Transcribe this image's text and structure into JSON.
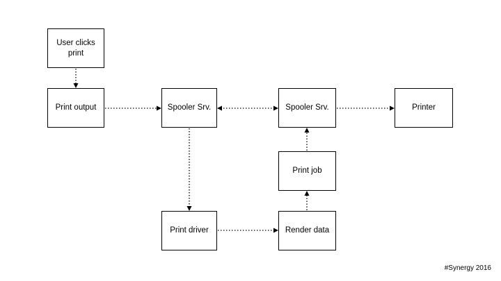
{
  "nodes": {
    "user_clicks_print": "User clicks print",
    "print_output": "Print output",
    "spooler_srv_client": "Spooler Srv.",
    "spooler_srv_server": "Spooler Srv.",
    "printer": "Printer",
    "print_job": "Print job",
    "print_driver": "Print driver",
    "render_data": "Render data"
  },
  "footer": "#Synergy 2016"
}
